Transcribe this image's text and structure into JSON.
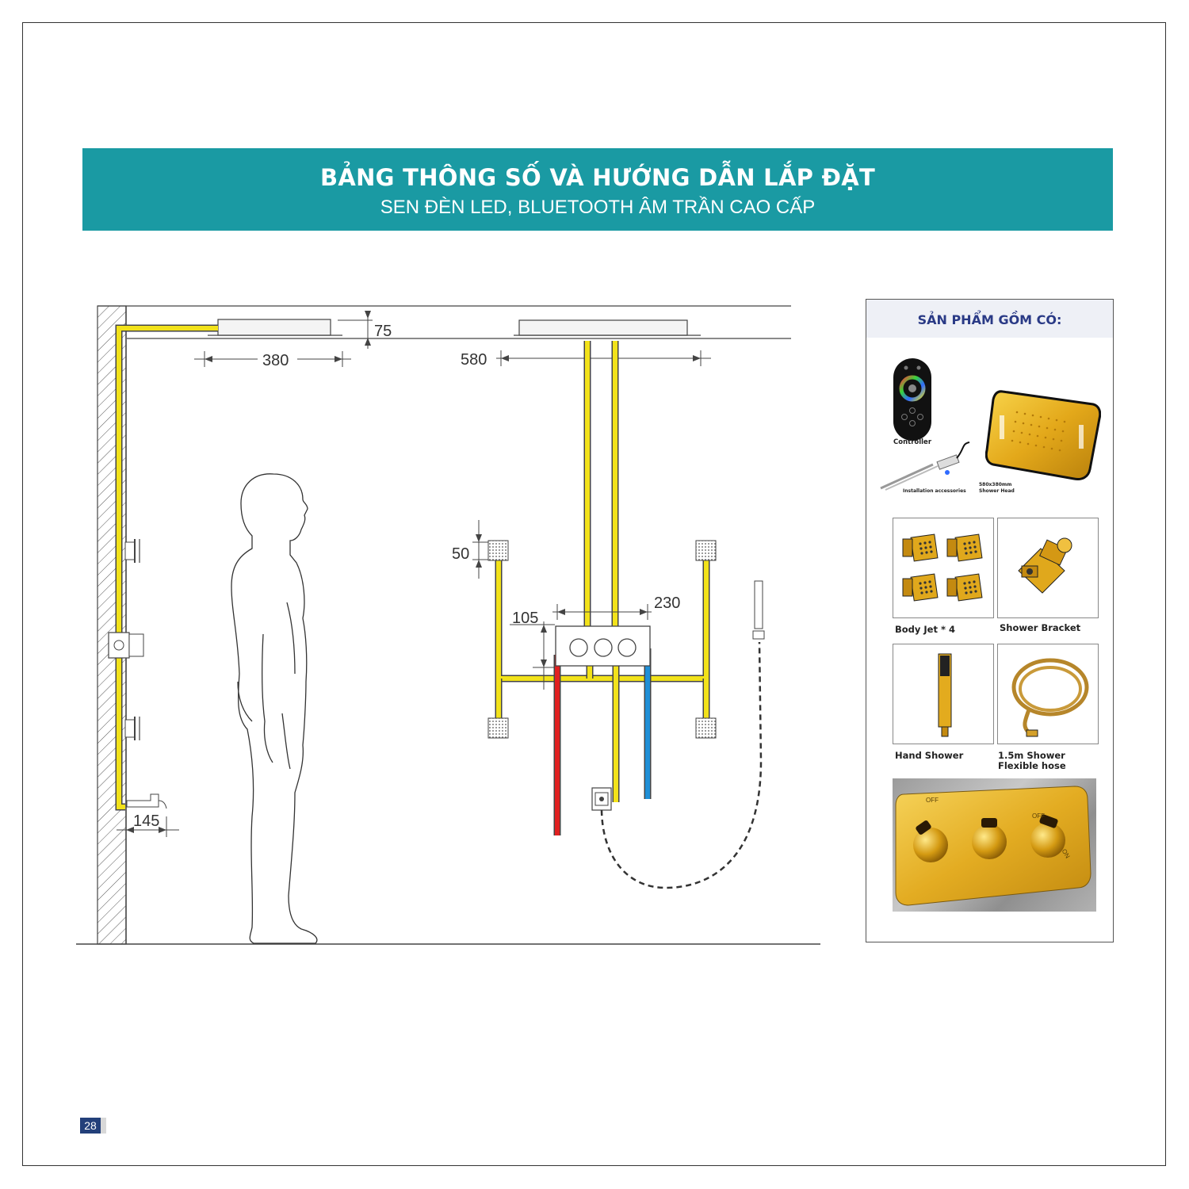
{
  "header": {
    "title": "BẢNG THÔNG SỐ VÀ HƯỚNG DẪN LẮP ĐẶT",
    "subtitle": "SEN ĐÈN LED, BLUETOOTH ÂM TRẦN CAO CẤP"
  },
  "diagram": {
    "dimensions": {
      "d75": "75",
      "d380": "380",
      "d580": "580",
      "d50": "50",
      "d105": "105",
      "d230": "230",
      "d145": "145"
    },
    "pipe_colors": {
      "water": "#f2e21a",
      "hot": "#e02020",
      "cold": "#1f8fd6"
    }
  },
  "panel": {
    "title": "SẢN PHẨM GỒM CÓ:",
    "controller_label": "Controller",
    "accessories_label": "Installation accessories",
    "head_size_label": "580x380mm",
    "head_label": "Shower Head",
    "items": [
      {
        "label": "Body Jet * 4"
      },
      {
        "label": "Shower  Bracket"
      },
      {
        "label": "Hand Shower"
      },
      {
        "label": "1.5m Shower\nFlexible hose"
      }
    ],
    "valve_marks": {
      "off1": "OFF",
      "off2": "OFF",
      "on": "ON"
    }
  },
  "footer": {
    "page_number": "28"
  }
}
